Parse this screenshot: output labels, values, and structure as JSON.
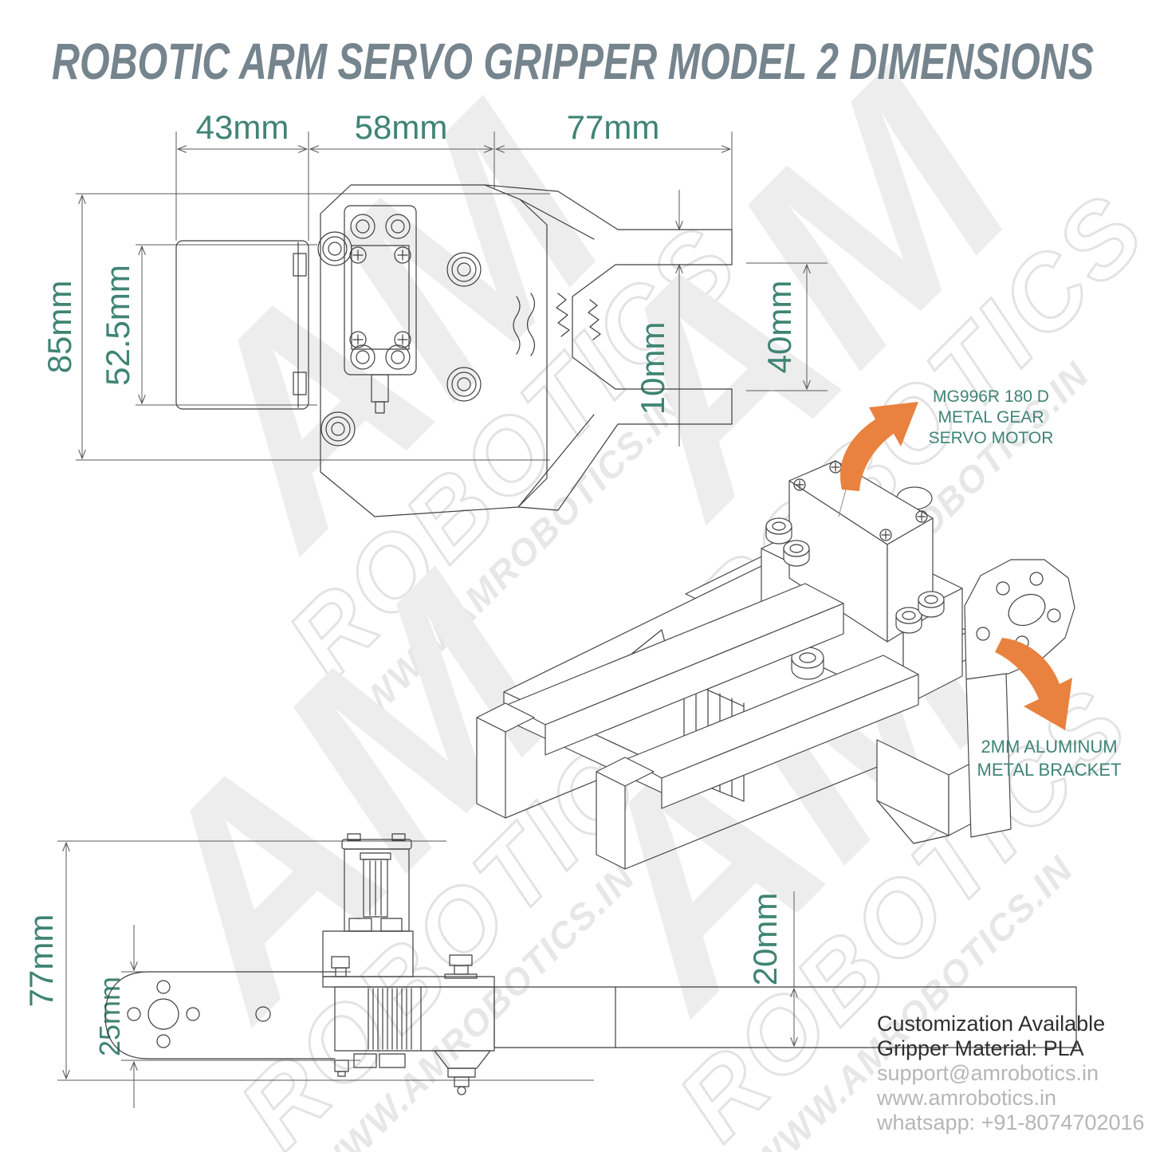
{
  "title": "ROBOTIC ARM SERVO GRIPPER MODEL 2 DIMENSIONS",
  "colors": {
    "accent_teal": "#3F8474",
    "accent_orange": "#E8823E",
    "title_gray": "#75848D",
    "line": "#3f3f3f"
  },
  "top_view": {
    "dims": {
      "bracket_width": "43mm",
      "servo_width": "58mm",
      "jaw_length": "77mm",
      "total_height": "85mm",
      "bracket_height": "52.5mm",
      "jaw_thickness": "10mm",
      "jaw_opening": "40mm"
    }
  },
  "side_view": {
    "dims": {
      "total_height": "77mm",
      "bracket_height": "25mm",
      "arm_thickness": "20mm"
    }
  },
  "annotations": {
    "servo": {
      "line1": "MG996R 180 D",
      "line2": "METAL GEAR",
      "line3": "SERVO MOTOR"
    },
    "bracket": {
      "line1": "2MM ALUMINUM",
      "line2": "METAL BRACKET"
    }
  },
  "footer": {
    "line1": "Customization Available",
    "line2": "Gripper Material: PLA",
    "line3": "support@amrobotics.in",
    "line4": "www.amrobotics.in",
    "line5": "whatsapp: +91-8074702016"
  },
  "watermark": {
    "logo": "AM",
    "name": "ROBOTICS",
    "url": "WWW.AMROBOTICS.IN"
  }
}
